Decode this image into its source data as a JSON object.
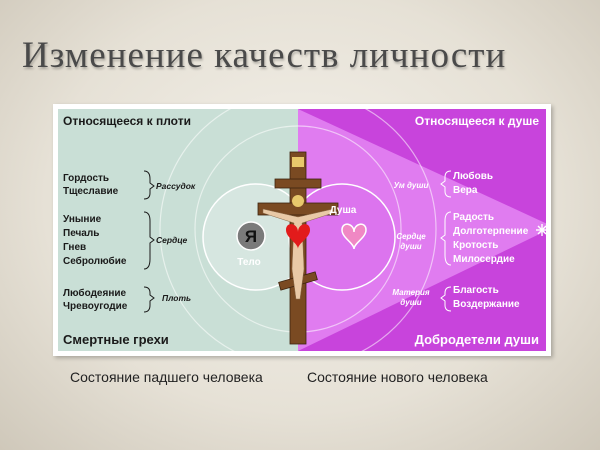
{
  "title": "Изменение качеств личности",
  "left_panel": {
    "header": "Относящееся к плоти",
    "footer": "Смертные грехи",
    "groups": [
      {
        "items": [
          "Гордость",
          "Тщеславие"
        ],
        "label": "Рассудок"
      },
      {
        "items": [
          "Уныние",
          "Печаль",
          "Гнев",
          "Себролюбие"
        ],
        "label": "Сердце"
      },
      {
        "items": [
          "Любодеяние",
          "Чревоугодие"
        ],
        "label": "Плоть"
      }
    ]
  },
  "right_panel": {
    "header": "Относящееся к душе",
    "footer": "Добродетели души",
    "groups": [
      {
        "items": [
          "Любовь",
          "Вера"
        ],
        "label": "Ум души"
      },
      {
        "items": [
          "Радость",
          "Долготерпение",
          "Кротость",
          "Милосердие"
        ],
        "label_lines": [
          "Сердце",
          "души"
        ]
      },
      {
        "items": [
          "Благость",
          "Воздержание"
        ],
        "label_lines": [
          "Материя",
          "души"
        ]
      }
    ]
  },
  "center": {
    "ya": "Я",
    "body": "Тело",
    "soul": "Душа"
  },
  "captions": {
    "left": "Состояние падшего человека",
    "right": "Состояние нового человека"
  },
  "colors": {
    "left_panel": "#c9dfd6",
    "right_panel": "#c844dc",
    "cone": "#e07cf0",
    "text_dark": "#1a1a1a",
    "heart_red": "#e21b1b",
    "heart_pink": "#f088c4"
  }
}
